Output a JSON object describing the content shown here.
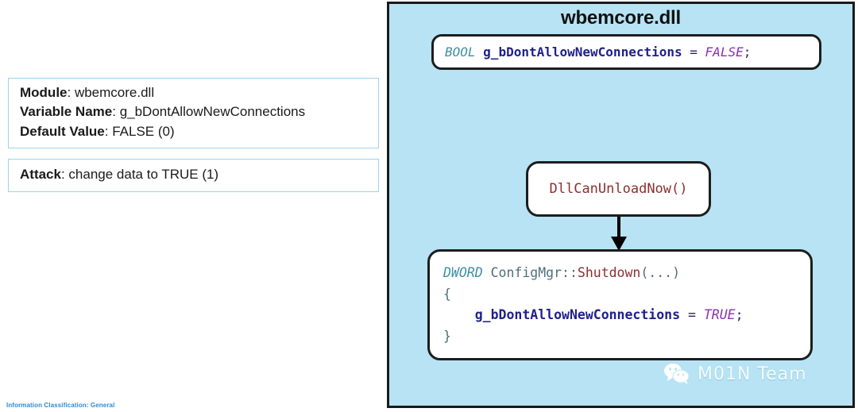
{
  "left_panel": {
    "module_box": {
      "lines": [
        {
          "label": "Module",
          "value": ": wbemcore.dll"
        },
        {
          "label": "Variable Name",
          "value": ": g_bDontAllowNewConnections"
        },
        {
          "label": "Default Value",
          "value": ": FALSE (0)"
        }
      ]
    },
    "attack_box": {
      "label": "Attack",
      "value": ": change data to TRUE (1)"
    }
  },
  "footer": {
    "classification": "Information Classification: General",
    "color": "#2e8ad6"
  },
  "diagram": {
    "title": "wbemcore.dll",
    "background_color": "#b7e3f4",
    "border_color": "#1a1a1a",
    "declaration_box": {
      "type": "BOOL",
      "variable": "g_bDontAllowNewConnections",
      "operator": "=",
      "value": "FALSE",
      "terminator": ";"
    },
    "entry_box": {
      "function": "DllCanUnloadNow()"
    },
    "shutdown_box": {
      "return_type": "DWORD",
      "class_name": "ConfigMgr",
      "scope": "::",
      "function": "Shutdown",
      "args": "(...)",
      "open_brace": "{",
      "body_variable": "g_bDontAllowNewConnections",
      "body_operator": "=",
      "body_value": "TRUE",
      "body_terminator": ";",
      "close_brace": "}"
    },
    "arrow": {
      "direction": "down",
      "color": "#000000"
    },
    "syntax_colors": {
      "type": "#3e8fa2",
      "variable": "#1f1f8c",
      "constant": "#8b2fb0",
      "function": "#8c2f2f",
      "class": "#4b6f7d"
    }
  },
  "watermark": {
    "icon": "wechat-icon",
    "label": "M01N Team"
  }
}
